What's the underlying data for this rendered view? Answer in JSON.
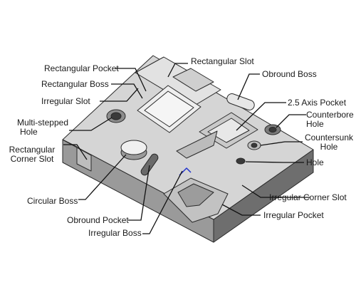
{
  "labels": {
    "rectangular_pocket": "Rectangular Pocket",
    "rectangular_slot": "Rectangular Slot",
    "rectangular_boss": "Rectangular Boss",
    "obround_boss": "Obround Boss",
    "irregular_slot": "Irregular Slot",
    "pocket_2_5_axis": "2.5 Axis Pocket",
    "multi_stepped_hole_line1": "Multi-stepped",
    "multi_stepped_hole_line2": "Hole",
    "counterbore_hole_line1": "Counterbore",
    "counterbore_hole_line2": "Hole",
    "countersunk_hole_line1": "Countersunk",
    "countersunk_hole_line2": "Hole",
    "rectangular_corner_slot_line1": "Rectangular",
    "rectangular_corner_slot_line2": "Corner Slot",
    "hole": "Hole",
    "circular_boss": "Circular Boss",
    "irregular_corner_slot": "Irregular Corner Slot",
    "obround_pocket": "Obround Pocket",
    "irregular_pocket": "Irregular Pocket",
    "irregular_boss": "Irregular Boss"
  },
  "colors": {
    "top_face": "#d5d5d5",
    "left_face": "#9a9a9a",
    "right_face": "#6e6e6e",
    "edge": "#2a2a2a",
    "leader": "#111111",
    "highlight": "#2233cc"
  }
}
